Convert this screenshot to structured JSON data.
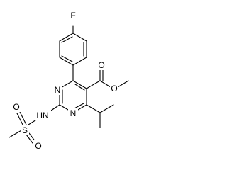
{
  "structure": {
    "atoms": {
      "fluorine": "F",
      "ester_carbonyl_oxygen": "O",
      "ester_ether_oxygen": "O",
      "ring_nitrogen_upper": "N",
      "ring_nitrogen_lower": "N",
      "amine_nitrogen": "HN",
      "sulfur": "S",
      "sulfonyl_oxygen_top": "O",
      "sulfonyl_oxygen_bottom": "O"
    }
  }
}
